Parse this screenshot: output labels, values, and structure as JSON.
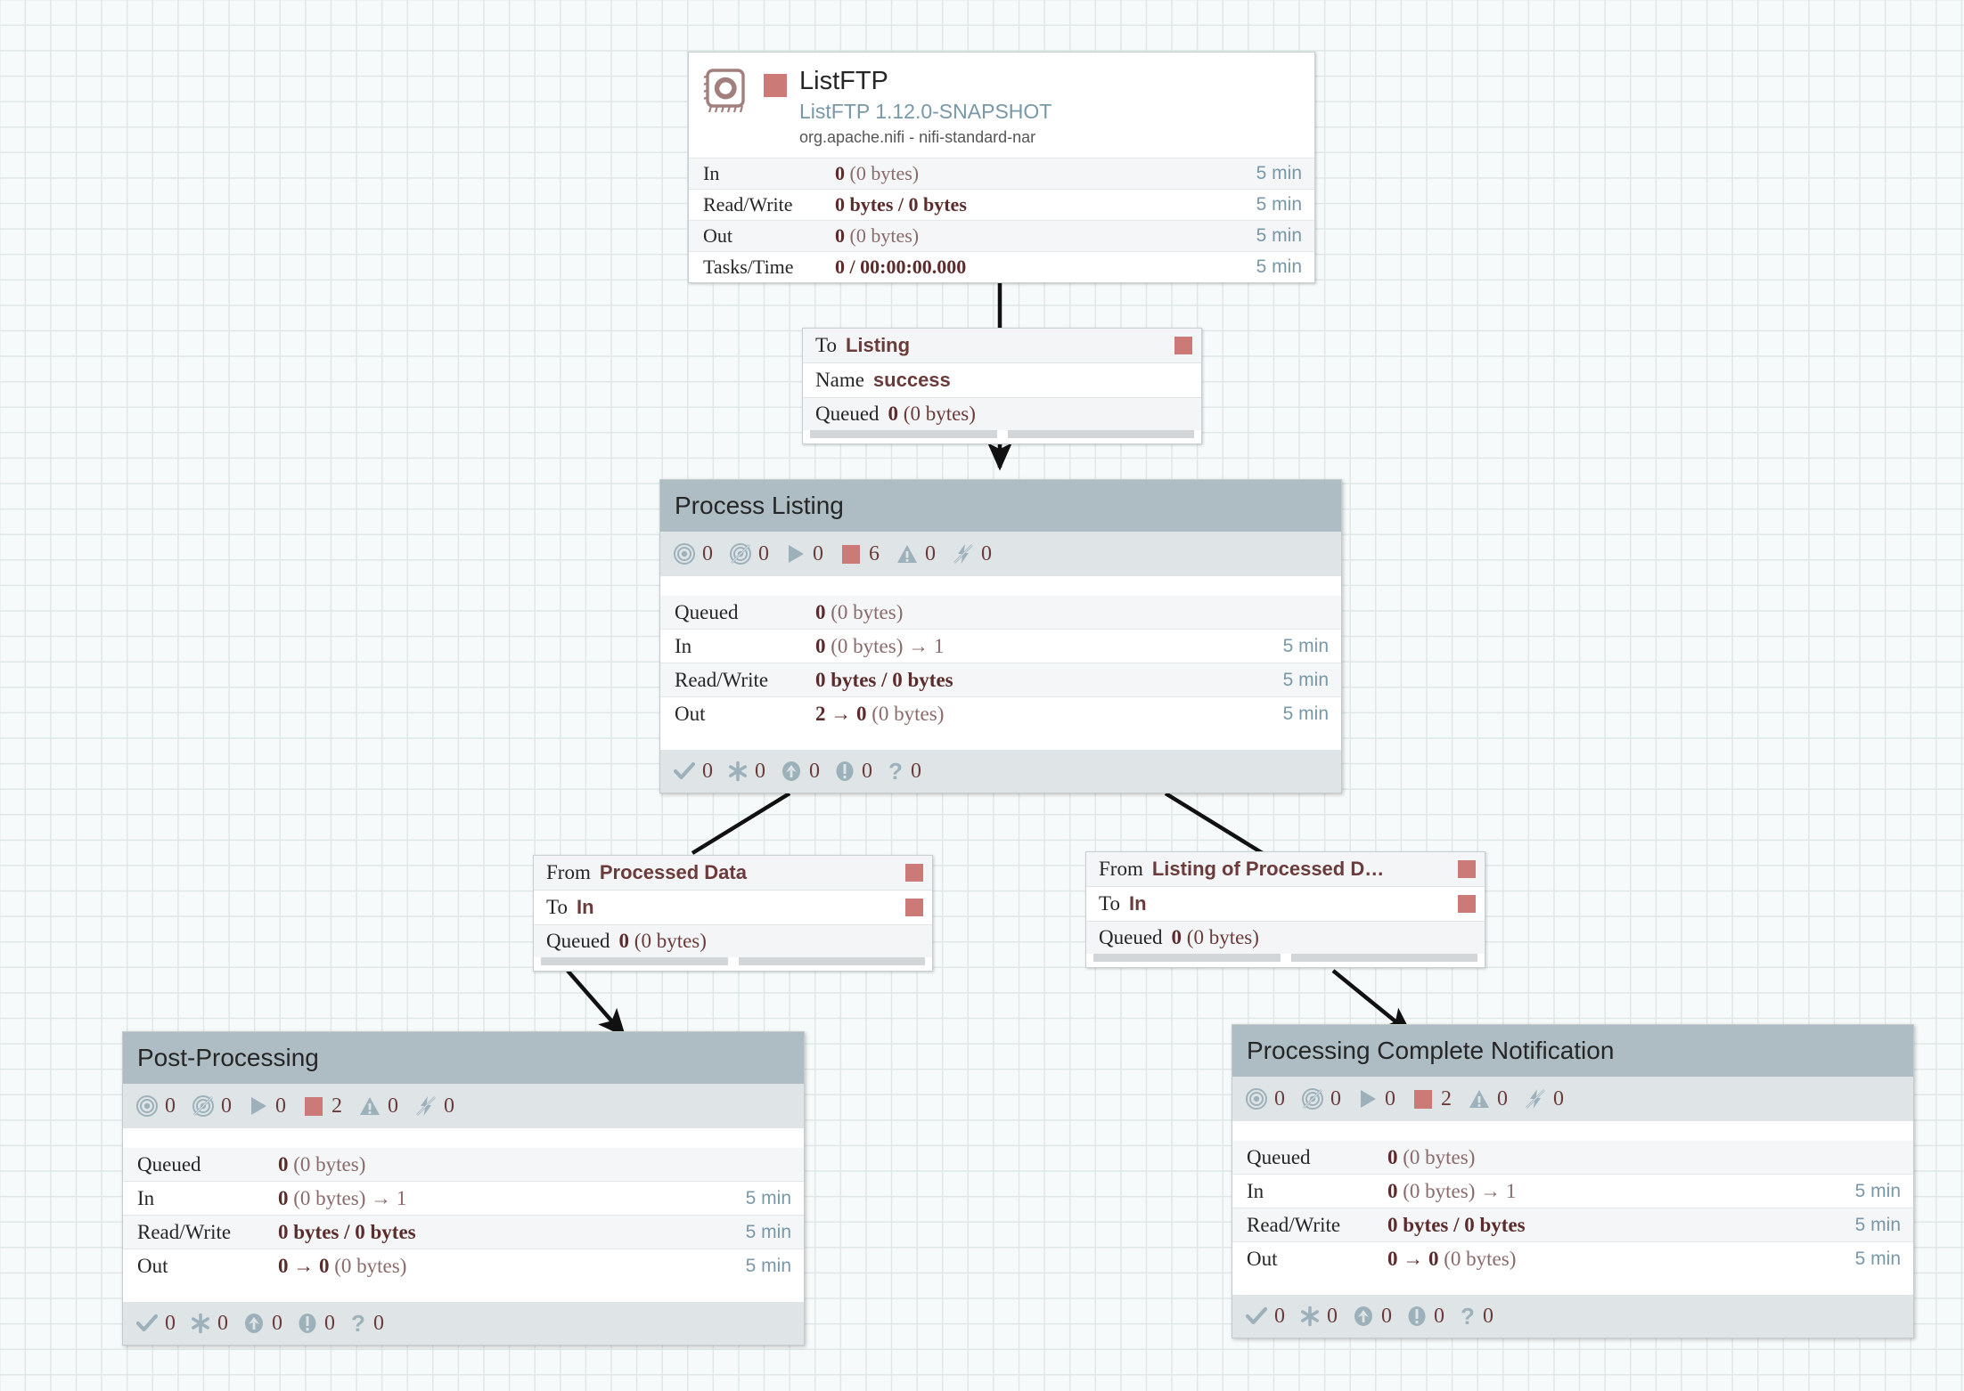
{
  "canvas": {
    "background_color": "#f7fafa",
    "grid_color": "#dfe7e7",
    "accent_stopped_color": "#cb7a78",
    "group_header_color": "#aebdc4",
    "group_band_color": "#dfe4e7"
  },
  "processor": {
    "name": "ListFTP",
    "type": "ListFTP 1.12.0-SNAPSHOT",
    "bundle": "org.apache.nifi - nifi-standard-nar",
    "run_status_icon": "stopped-square-icon",
    "component_icon": "listftp-processor-icon",
    "stats": [
      {
        "label": "In",
        "value_bold": "0",
        "value_dim": "(0 bytes)",
        "time": "5 min"
      },
      {
        "label": "Read/Write",
        "value_bold": "0 bytes / 0 bytes",
        "value_dim": "",
        "time": "5 min"
      },
      {
        "label": "Out",
        "value_bold": "0",
        "value_dim": "(0 bytes)",
        "time": "5 min"
      },
      {
        "label": "Tasks/Time",
        "value_bold": "0 / 00:00:00.000",
        "value_dim": "",
        "time": "5 min"
      }
    ]
  },
  "connections": [
    {
      "id": "conn-listftp-to-listing",
      "rows": [
        {
          "key": "To",
          "value": "Listing",
          "square": true
        },
        {
          "key": "Name",
          "value": "success",
          "square": false
        }
      ],
      "queued_label": "Queued",
      "queued_count": "0",
      "queued_size": "(0 bytes)"
    },
    {
      "id": "conn-processed-data-to-in",
      "rows": [
        {
          "key": "From",
          "value": "Processed Data",
          "square": true
        },
        {
          "key": "To",
          "value": "In",
          "square": true
        }
      ],
      "queued_label": "Queued",
      "queued_count": "0",
      "queued_size": "(0 bytes)"
    },
    {
      "id": "conn-listing-of-processed-to-in",
      "rows": [
        {
          "key": "From",
          "value": "Listing of Processed D…",
          "square": true
        },
        {
          "key": "To",
          "value": "In",
          "square": true
        }
      ],
      "queued_label": "Queued",
      "queued_count": "0",
      "queued_size": "(0 bytes)"
    }
  ],
  "groups": [
    {
      "id": "group-process-listing",
      "title": "Process Listing",
      "counts": [
        {
          "icon": "transmitting-icon",
          "value": "0"
        },
        {
          "icon": "not-transmitting-icon",
          "value": "0"
        },
        {
          "icon": "running-icon",
          "value": "0"
        },
        {
          "icon": "stopped-icon",
          "value": "6"
        },
        {
          "icon": "invalid-warning-icon",
          "value": "0"
        },
        {
          "icon": "disabled-icon",
          "value": "0"
        }
      ],
      "stats": [
        {
          "label": "Queued",
          "value_bold": "0",
          "value_dim": "(0 bytes)",
          "time": ""
        },
        {
          "label": "In",
          "value_bold": "0",
          "value_dim": "(0 bytes) → 1",
          "time": "5 min"
        },
        {
          "label": "Read/Write",
          "value_bold": "0 bytes / 0 bytes",
          "value_dim": "",
          "time": "5 min"
        },
        {
          "label": "Out",
          "value_bold": "2 → 0",
          "value_dim": "(0 bytes)",
          "time": "5 min"
        }
      ],
      "footer": [
        {
          "icon": "check-icon",
          "value": "0"
        },
        {
          "icon": "asterisk-icon",
          "value": "0"
        },
        {
          "icon": "up-arrow-circle-icon",
          "value": "0"
        },
        {
          "icon": "exclamation-circle-icon",
          "value": "0"
        },
        {
          "icon": "question-mark-icon",
          "value": "0"
        }
      ]
    },
    {
      "id": "group-post-processing",
      "title": "Post-Processing",
      "counts": [
        {
          "icon": "transmitting-icon",
          "value": "0"
        },
        {
          "icon": "not-transmitting-icon",
          "value": "0"
        },
        {
          "icon": "running-icon",
          "value": "0"
        },
        {
          "icon": "stopped-icon",
          "value": "2"
        },
        {
          "icon": "invalid-warning-icon",
          "value": "0"
        },
        {
          "icon": "disabled-icon",
          "value": "0"
        }
      ],
      "stats": [
        {
          "label": "Queued",
          "value_bold": "0",
          "value_dim": "(0 bytes)",
          "time": ""
        },
        {
          "label": "In",
          "value_bold": "0",
          "value_dim": "(0 bytes) → 1",
          "time": "5 min"
        },
        {
          "label": "Read/Write",
          "value_bold": "0 bytes / 0 bytes",
          "value_dim": "",
          "time": "5 min"
        },
        {
          "label": "Out",
          "value_bold": "0 → 0",
          "value_dim": "(0 bytes)",
          "time": "5 min"
        }
      ],
      "footer": [
        {
          "icon": "check-icon",
          "value": "0"
        },
        {
          "icon": "asterisk-icon",
          "value": "0"
        },
        {
          "icon": "up-arrow-circle-icon",
          "value": "0"
        },
        {
          "icon": "exclamation-circle-icon",
          "value": "0"
        },
        {
          "icon": "question-mark-icon",
          "value": "0"
        }
      ]
    },
    {
      "id": "group-processing-complete-notification",
      "title": "Processing Complete Notification",
      "counts": [
        {
          "icon": "transmitting-icon",
          "value": "0"
        },
        {
          "icon": "not-transmitting-icon",
          "value": "0"
        },
        {
          "icon": "running-icon",
          "value": "0"
        },
        {
          "icon": "stopped-icon",
          "value": "2"
        },
        {
          "icon": "invalid-warning-icon",
          "value": "0"
        },
        {
          "icon": "disabled-icon",
          "value": "0"
        }
      ],
      "stats": [
        {
          "label": "Queued",
          "value_bold": "0",
          "value_dim": "(0 bytes)",
          "time": ""
        },
        {
          "label": "In",
          "value_bold": "0",
          "value_dim": "(0 bytes) → 1",
          "time": "5 min"
        },
        {
          "label": "Read/Write",
          "value_bold": "0 bytes / 0 bytes",
          "value_dim": "",
          "time": "5 min"
        },
        {
          "label": "Out",
          "value_bold": "0 → 0",
          "value_dim": "(0 bytes)",
          "time": "5 min"
        }
      ],
      "footer": [
        {
          "icon": "check-icon",
          "value": "0"
        },
        {
          "icon": "asterisk-icon",
          "value": "0"
        },
        {
          "icon": "up-arrow-circle-icon",
          "value": "0"
        },
        {
          "icon": "exclamation-circle-icon",
          "value": "0"
        },
        {
          "icon": "question-mark-icon",
          "value": "0"
        }
      ]
    }
  ]
}
